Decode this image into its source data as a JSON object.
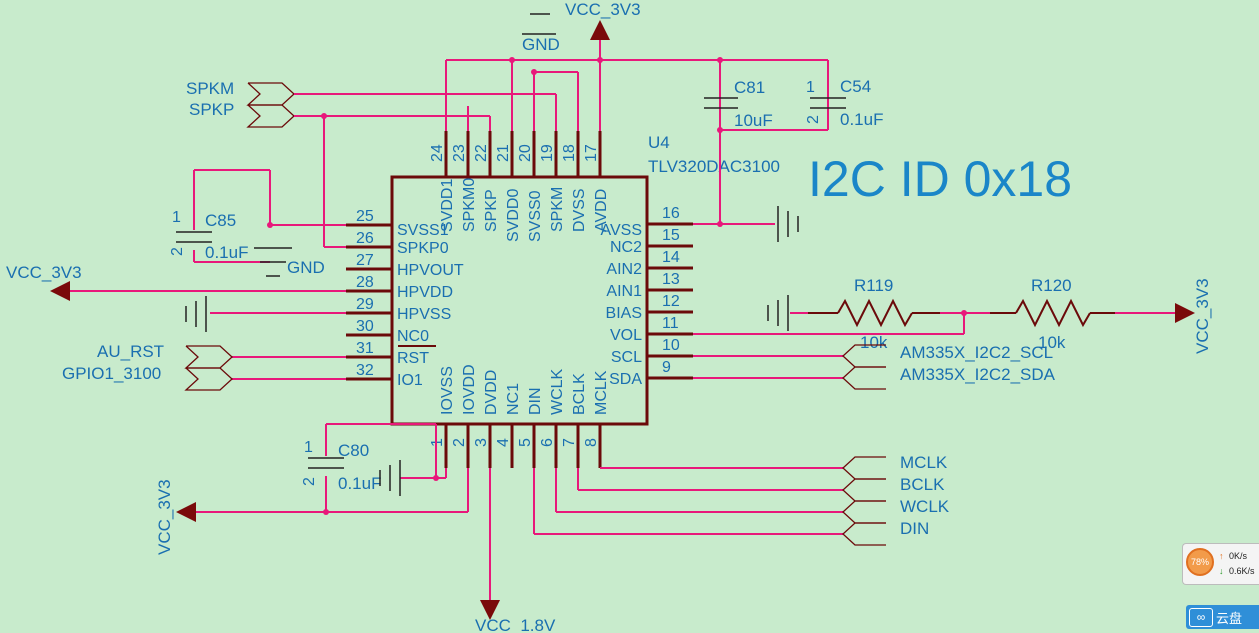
{
  "title": "I2C ID 0x18",
  "ic": {
    "ref": "U4",
    "part": "TLV320DAC3100"
  },
  "pins": {
    "left": [
      {
        "num": "25",
        "name": "SVSS1"
      },
      {
        "num": "26",
        "name": "SPKP0"
      },
      {
        "num": "27",
        "name": "HPVOUT"
      },
      {
        "num": "28",
        "name": "HPVDD"
      },
      {
        "num": "29",
        "name": "HPVSS"
      },
      {
        "num": "30",
        "name": "NC0"
      },
      {
        "num": "31",
        "name": "RST"
      },
      {
        "num": "32",
        "name": "IO1"
      }
    ],
    "right": [
      {
        "num": "16",
        "name": "AVSS"
      },
      {
        "num": "15",
        "name": "NC2"
      },
      {
        "num": "14",
        "name": "AIN2"
      },
      {
        "num": "13",
        "name": "AIN1"
      },
      {
        "num": "12",
        "name": "BIAS"
      },
      {
        "num": "11",
        "name": "VOL"
      },
      {
        "num": "10",
        "name": "SCL"
      },
      {
        "num": "9",
        "name": "SDA"
      }
    ],
    "top": [
      {
        "num": "24",
        "name": "SVDD1"
      },
      {
        "num": "23",
        "name": "SPKM0"
      },
      {
        "num": "22",
        "name": "SPKP"
      },
      {
        "num": "21",
        "name": "SVDD0"
      },
      {
        "num": "20",
        "name": "SVSS0"
      },
      {
        "num": "19",
        "name": "SPKM"
      },
      {
        "num": "18",
        "name": "DVSS"
      },
      {
        "num": "17",
        "name": "AVDD"
      }
    ],
    "bottom": [
      {
        "num": "1",
        "name": "IOVSS"
      },
      {
        "num": "2",
        "name": "IOVDD"
      },
      {
        "num": "3",
        "name": "DVDD"
      },
      {
        "num": "4",
        "name": "NC1"
      },
      {
        "num": "5",
        "name": "DIN"
      },
      {
        "num": "6",
        "name": "WCLK"
      },
      {
        "num": "7",
        "name": "BCLK"
      },
      {
        "num": "8",
        "name": "MCLK"
      }
    ]
  },
  "components": {
    "c81": {
      "ref": "C81",
      "value": "10uF"
    },
    "c54": {
      "ref": "C54",
      "value": "0.1uF",
      "pin1": "1",
      "pin2": "2"
    },
    "c85": {
      "ref": "C85",
      "value": "0.1uF",
      "pin1": "1",
      "pin2": "2"
    },
    "c80": {
      "ref": "C80",
      "value": "0.1uF",
      "pin1": "1",
      "pin2": "2"
    },
    "r119": {
      "ref": "R119",
      "value": "10k"
    },
    "r120": {
      "ref": "R120",
      "value": "10k"
    }
  },
  "nets": {
    "vcc3v3": "VCC_3V3",
    "gnd": "GND",
    "vcc1v8": "VCC_1.8V",
    "spkm": "SPKM",
    "spkp": "SPKP",
    "au_rst": "AU_RST",
    "gpio": "GPIO1_3100",
    "scl": "AM335X_I2C2_SCL",
    "sda": "AM335X_I2C2_SDA",
    "mclk": "MCLK",
    "bclk": "BCLK",
    "wclk": "WCLK",
    "din": "DIN"
  },
  "tray": {
    "percent": "78%",
    "up": "0K/s",
    "down": "0.6K/s"
  },
  "cloud": {
    "label": "云盘"
  }
}
